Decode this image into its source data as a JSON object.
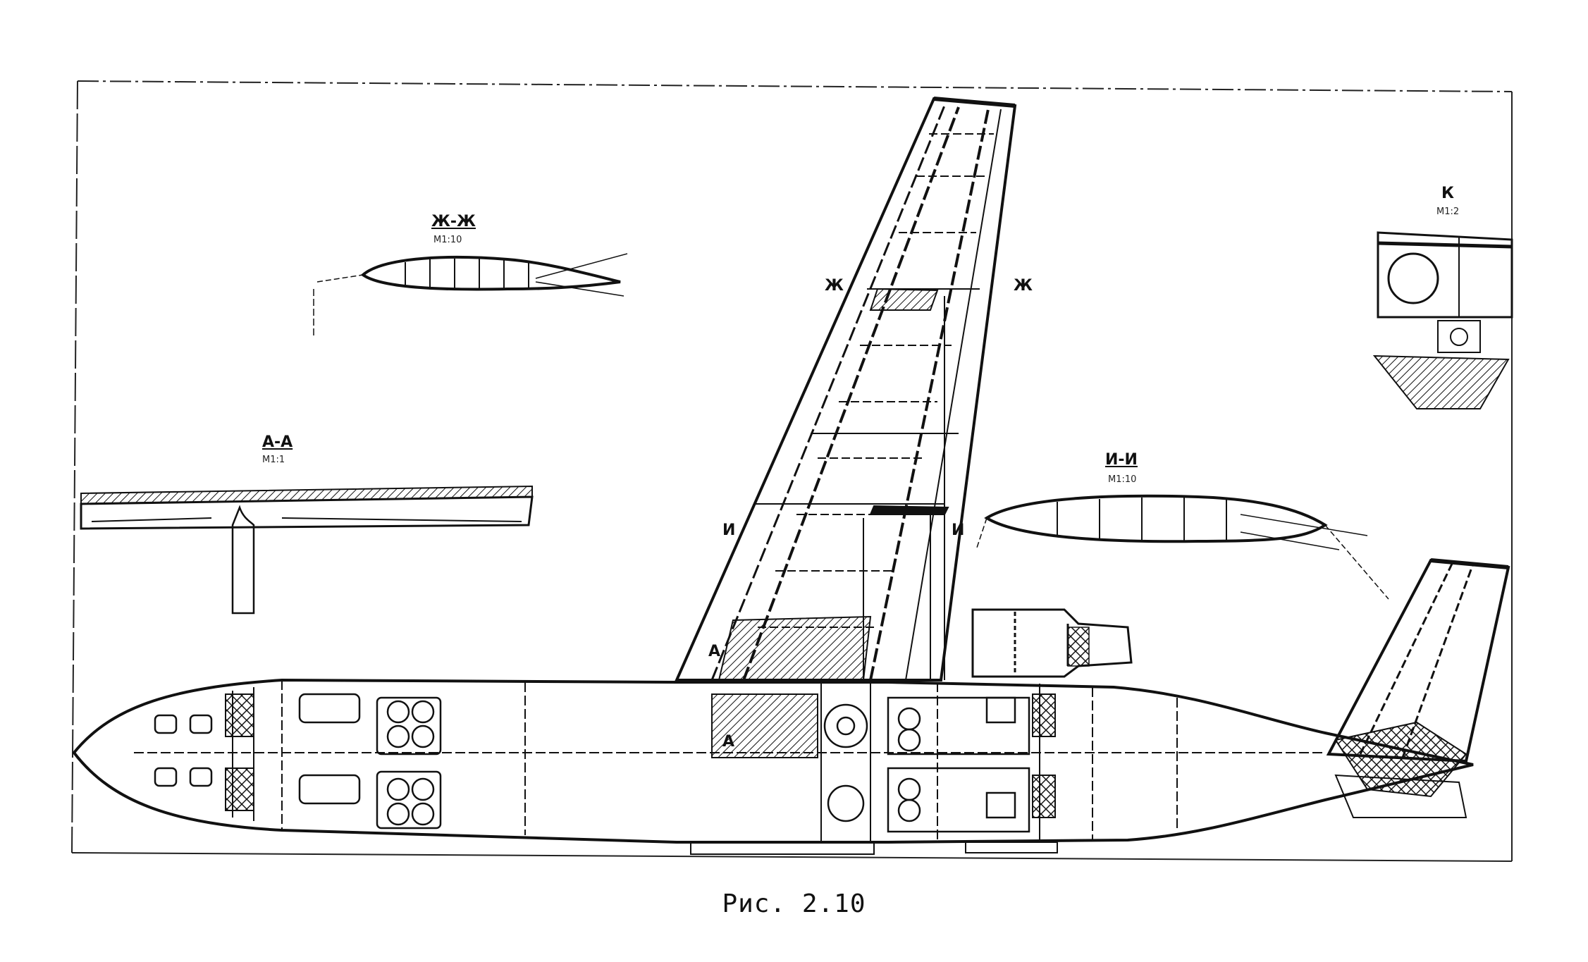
{
  "caption": "Рис. 2.10",
  "sections": {
    "zh": {
      "title": "Ж-Ж",
      "scale": "М1:10"
    },
    "a": {
      "title": "А-А",
      "scale": "М1:1"
    },
    "i": {
      "title": "И-И",
      "scale": "М1:10"
    },
    "k": {
      "title": "К",
      "scale": "М1:2"
    }
  },
  "cut_marks": {
    "zh_left": "Ж",
    "zh_right": "Ж",
    "i_left": "И",
    "i_right": "И",
    "a_top": "А",
    "a_bottom": "А"
  },
  "colors": {
    "ink": "#111111",
    "paper": "#ffffff"
  }
}
